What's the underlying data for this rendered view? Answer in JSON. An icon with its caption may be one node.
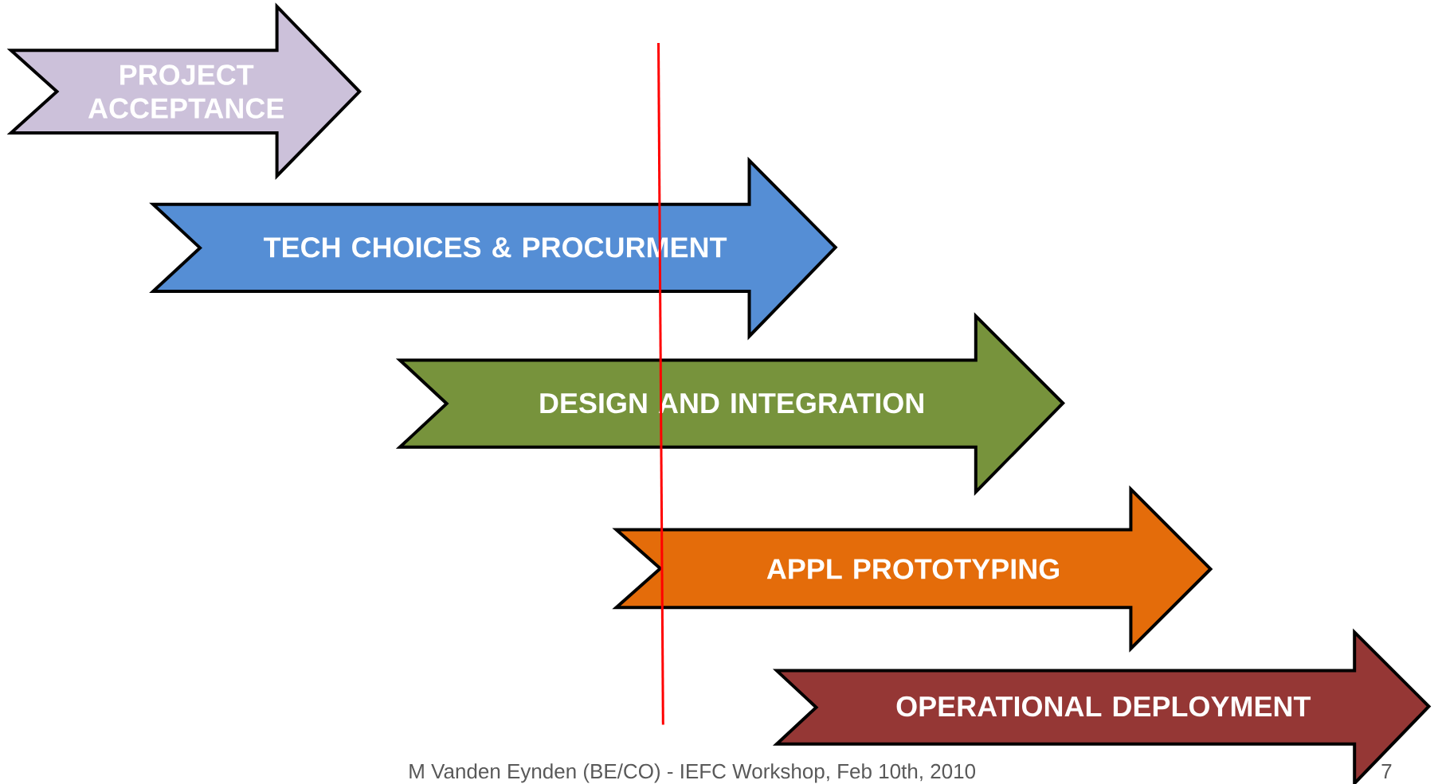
{
  "diagram": {
    "nodes": [
      {
        "text": [
          "PROJECT ACCEPTANCE"
        ]
      },
      {
        "text": [
          "TECH CHOICES & PROCURMENT"
        ]
      },
      {
        "text": [
          "DESIGN AND INTEGRATION"
        ]
      },
      {
        "text": [
          "APPL PROTOTYPING"
        ]
      },
      {
        "text": [
          "OPERATIONAL DEPLOYMENT"
        ]
      }
    ],
    "labels": [
      "M Vanden Eynden (BE/CO) - IEFC Workshop, Feb 10th, 2010",
      "7"
    ]
  }
}
